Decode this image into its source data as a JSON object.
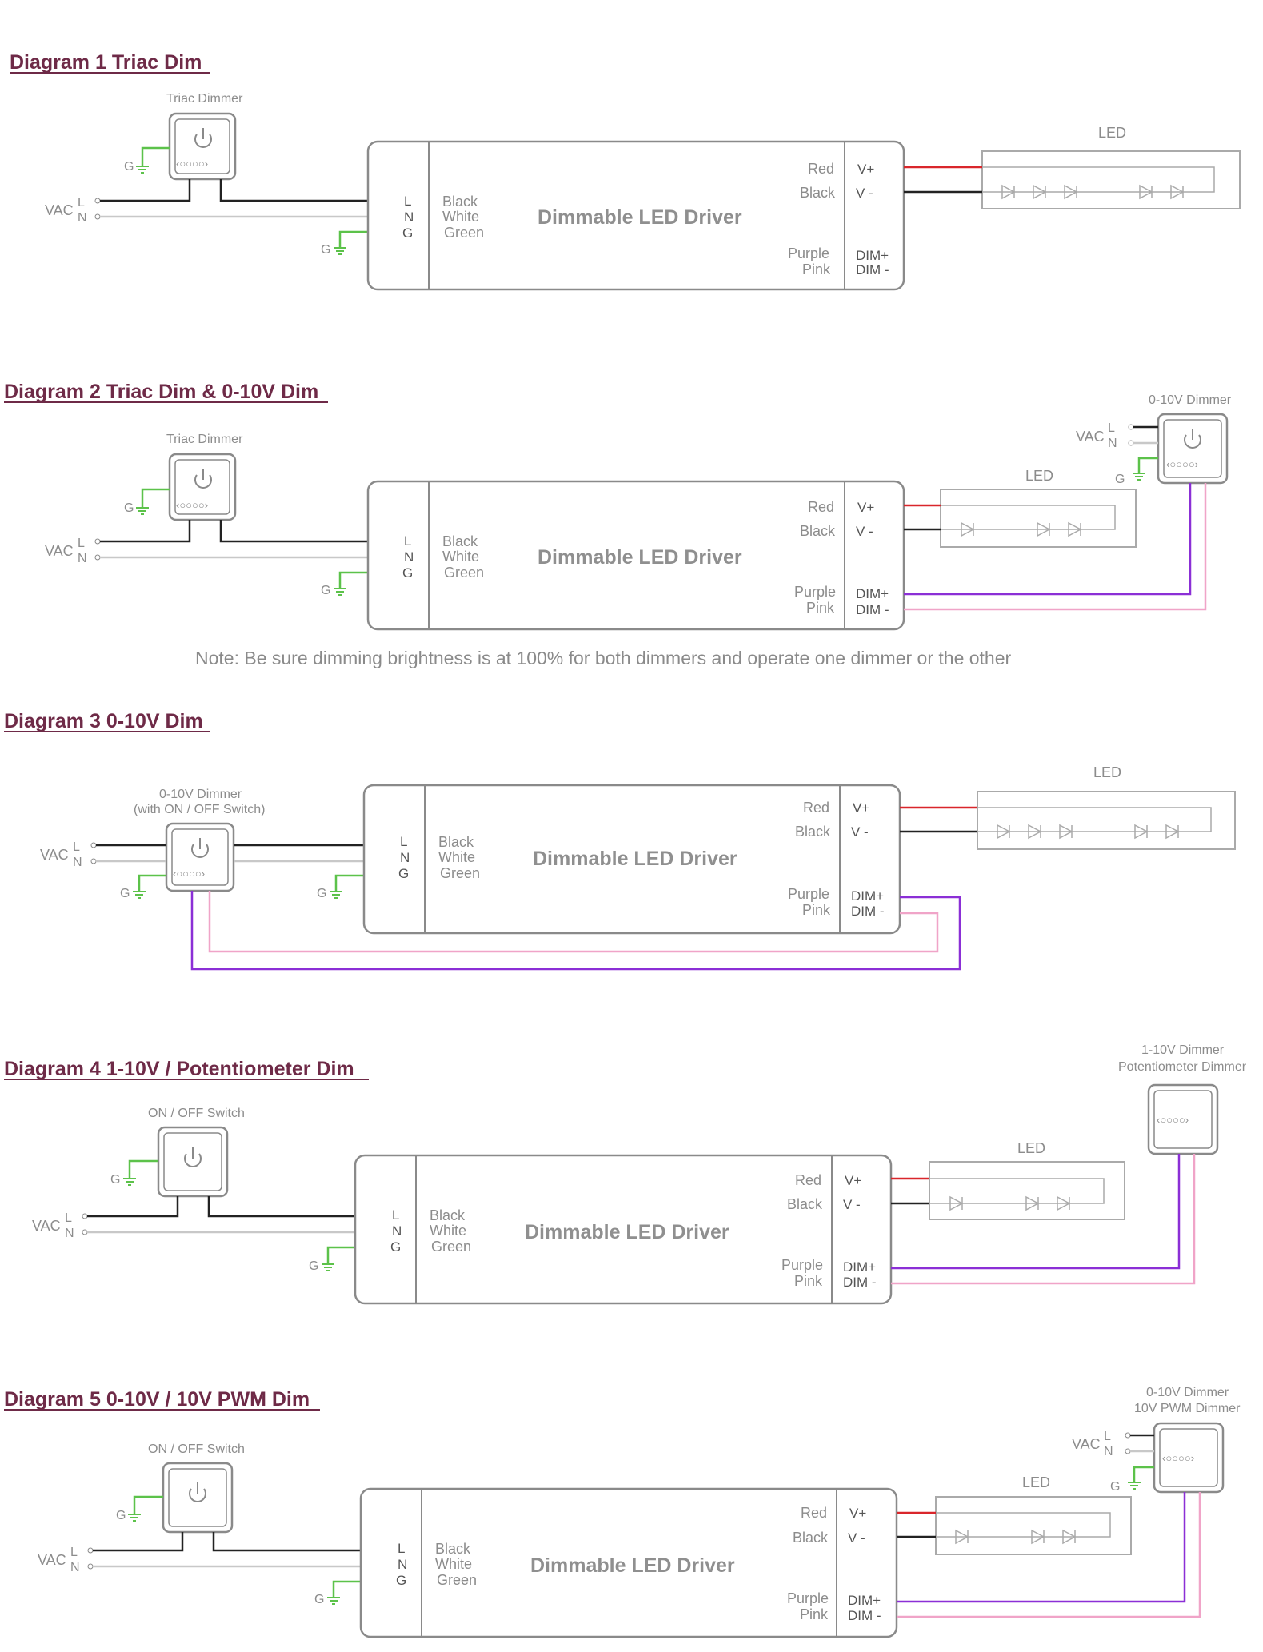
{
  "colors": {
    "title": "#6e2a47",
    "black_wire": "#222222",
    "white_wire": "#c8c8c8",
    "green_wire": "#5cc24a",
    "red_wire": "#d9262b",
    "purple_wire": "#8b2fd6",
    "pink_wire": "#f0a4c8",
    "outline": "#8a8a8a"
  },
  "labels": {
    "driver": "Dimmable LED Driver",
    "led": "LED",
    "vac": "VAC",
    "L": "L",
    "N": "N",
    "G": "G",
    "black": "Black",
    "white": "White",
    "green": "Green",
    "red": "Red",
    "purple": "Purple",
    "pink": "Pink",
    "vplus": "V+",
    "vminus": "V -",
    "dimplus": "DIM+",
    "dimminus": "DIM -",
    "triac_dimmer": "Triac Dimmer",
    "dimmer_0_10": "0-10V Dimmer",
    "dimmer_switch_line1": "0-10V Dimmer",
    "dimmer_switch_line2": "(with ON / OFF Switch)",
    "onoff_switch": "ON / OFF Switch",
    "dimmer_1_10_line1": "1-10V Dimmer",
    "dimmer_1_10_line2": "Potentiometer Dimmer",
    "dimmer_pwm_line1": "0-10V Dimmer",
    "dimmer_pwm_line2": "10V PWM Dimmer"
  },
  "diagrams": [
    {
      "title": "Diagram 1  Triac Dim"
    },
    {
      "title": "Diagram 2  Triac Dim & 0-10V Dim",
      "note": "Note: Be sure dimming brightness is at 100% for both dimmers and operate one dimmer or the other"
    },
    {
      "title": "Diagram 3  0-10V Dim"
    },
    {
      "title": "Diagram 4  1-10V / Potentiometer  Dim"
    },
    {
      "title": "Diagram 5  0-10V / 10V PWM Dim"
    }
  ],
  "icons": {
    "power": "power-icon",
    "dial": "dial-icon",
    "ground": "ground-icon",
    "diode": "diode-icon"
  }
}
